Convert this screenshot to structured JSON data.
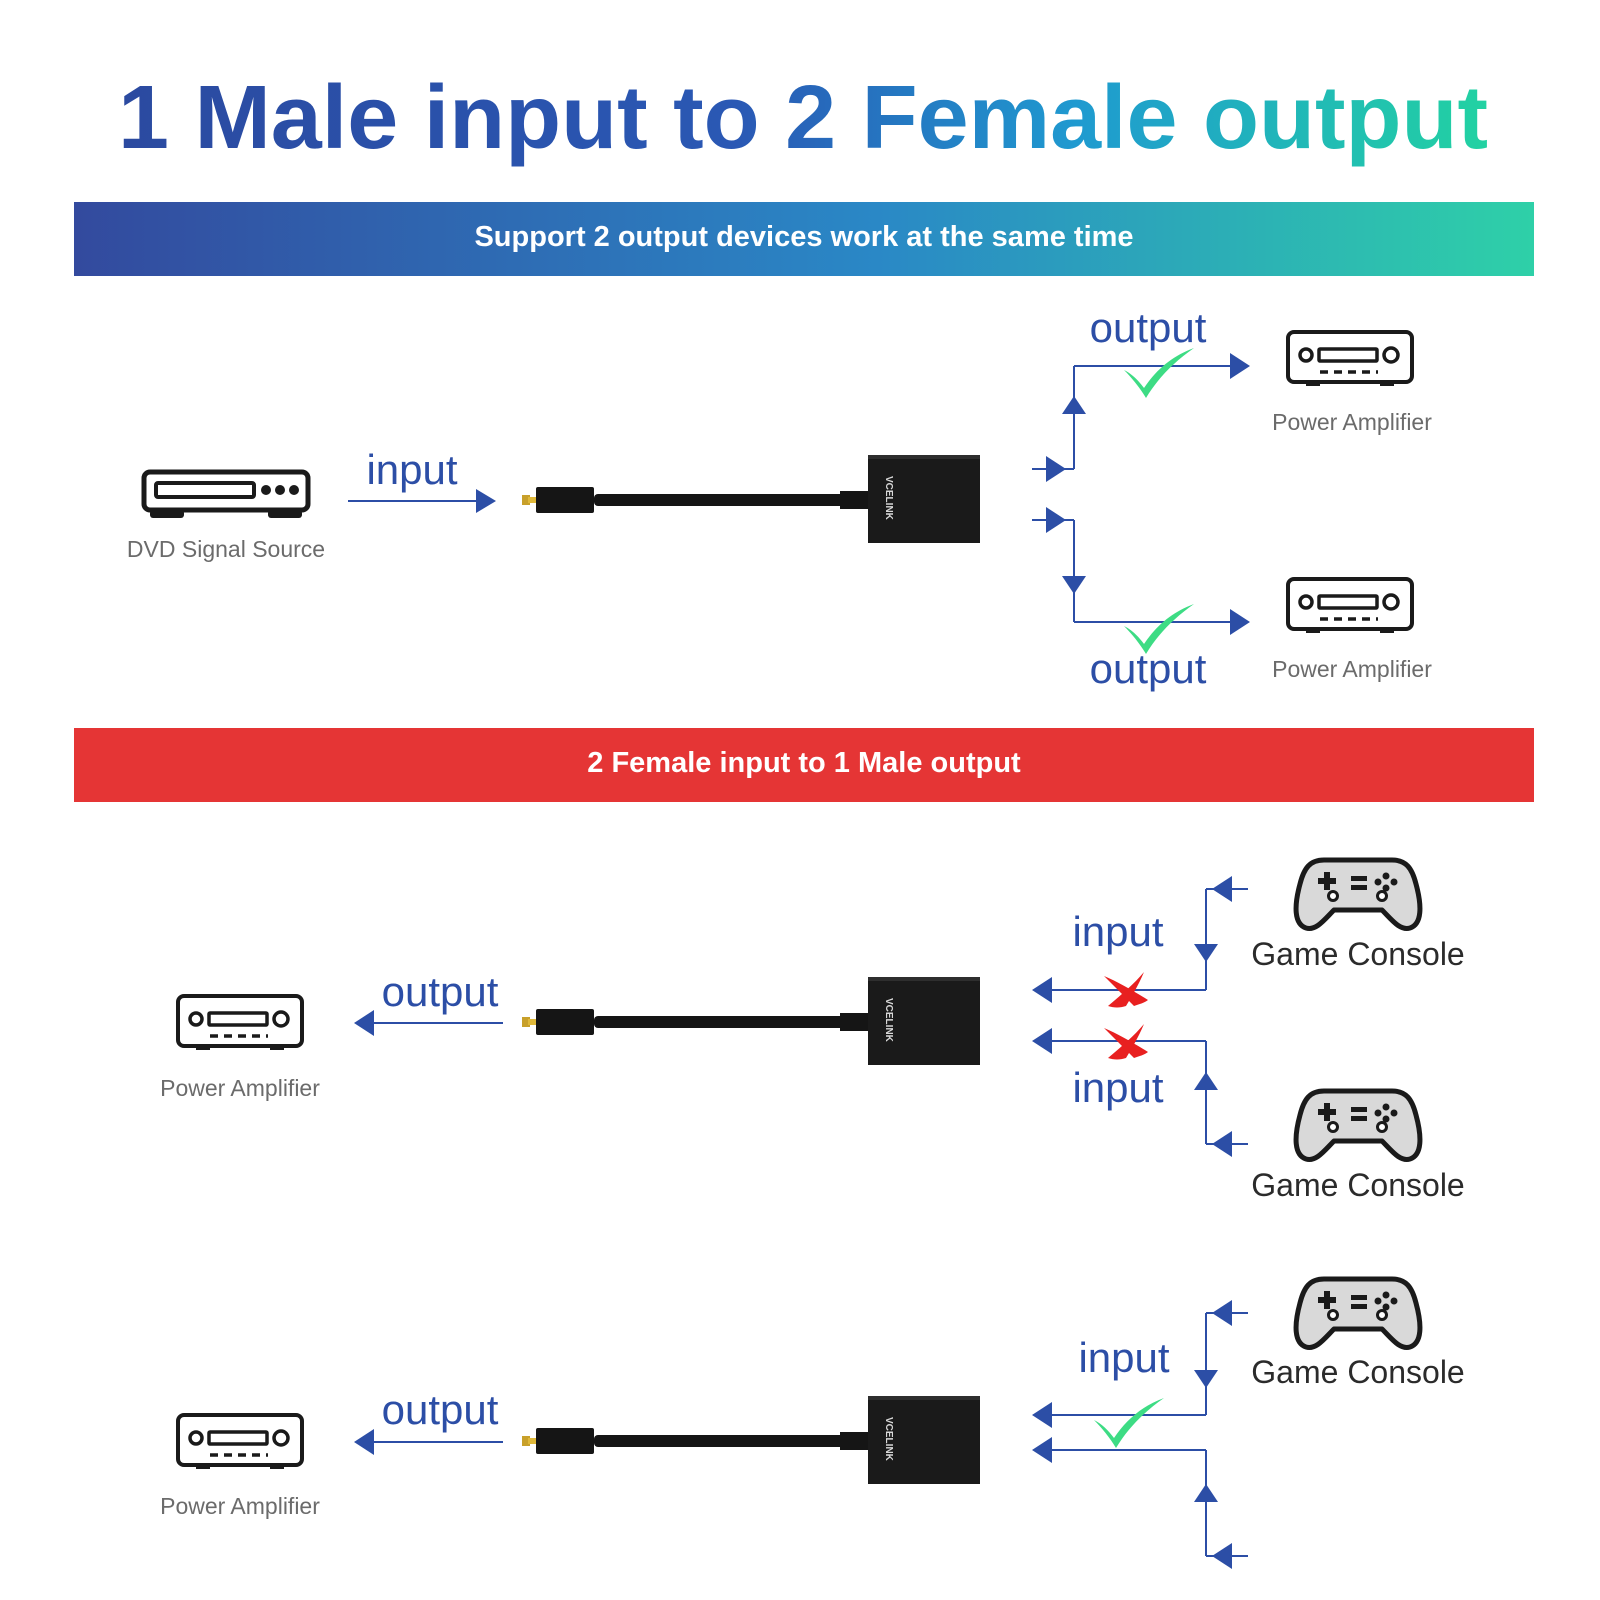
{
  "title": {
    "part1": "1 Male input to 2 ",
    "part2": "Female output"
  },
  "banner_top": {
    "text": "Support 2 output devices work at the same time"
  },
  "banner_bottom": {
    "text": "2 Female input to 1 Male output"
  },
  "section1": {
    "source_label": "DVD Signal Source",
    "input_label": "input",
    "output_label_top": "output",
    "output_label_bottom": "output",
    "device_top_label": "Power Amplifier",
    "device_bottom_label": "Power Amplifier"
  },
  "section2": {
    "device_label": "Power Amplifier",
    "output_label": "output",
    "input_label_top": "input",
    "input_label_bottom": "input",
    "console_top_label": "Game Console",
    "console_bottom_label": "Game Console"
  },
  "section3": {
    "device_label": "Power Amplifier",
    "output_label": "output",
    "input_label": "input",
    "console_label": "Game Console"
  },
  "brand": "VCELINK",
  "colors": {
    "title_start": "#2b4aa0",
    "title_end": "#1fcfa0",
    "banner_start": "#334a9e",
    "banner_end": "#2ed0a8",
    "red_banner": "#e53535",
    "arrow_blue": "#2c4ea6",
    "check_green": "#3ddc84",
    "cross_red": "#e82020"
  }
}
